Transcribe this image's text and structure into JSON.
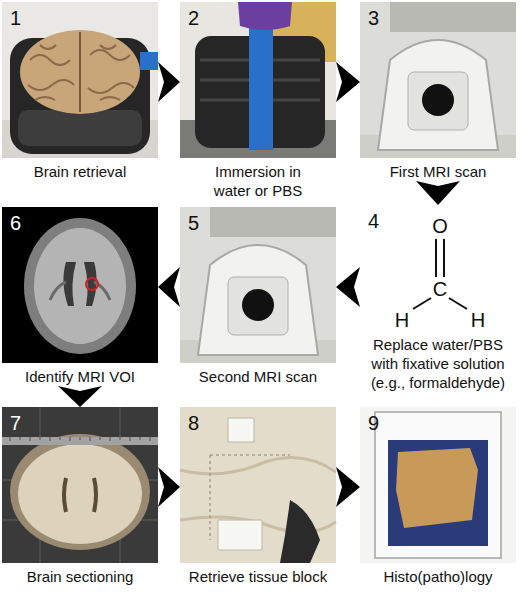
{
  "diagram": {
    "nodes": [
      {
        "text": [
          "1",
          "Brain retrieval"
        ]
      },
      {
        "text": [
          "2",
          "Immersion in water or PBS"
        ]
      },
      {
        "text": [
          "3",
          "First MRI scan"
        ]
      },
      {
        "text": [
          "4",
          "Replace water/PBS with fixative solution (e.g., formaldehyde)"
        ]
      },
      {
        "text": [
          "5",
          "Second MRI scan"
        ]
      },
      {
        "text": [
          "6",
          "Identify MRI VOI"
        ]
      },
      {
        "text": [
          "7",
          "Brain sectioning"
        ]
      },
      {
        "text": [
          "8",
          "Retrieve tissue block"
        ]
      },
      {
        "text": [
          "9",
          "Histo(patho)logy"
        ]
      }
    ],
    "edges": [
      {
        "from": 0,
        "to": 1,
        "arrow": "to"
      },
      {
        "from": 1,
        "to": 2,
        "arrow": "to"
      },
      {
        "from": 2,
        "to": 3,
        "arrow": "to"
      },
      {
        "from": 3,
        "to": 4,
        "arrow": "to"
      },
      {
        "from": 4,
        "to": 5,
        "arrow": "to"
      },
      {
        "from": 5,
        "to": 6,
        "arrow": "to"
      },
      {
        "from": 6,
        "to": 7,
        "arrow": "to"
      },
      {
        "from": 7,
        "to": 8,
        "arrow": "to"
      }
    ],
    "labels": [
      "O",
      "H",
      "C",
      "H"
    ]
  }
}
